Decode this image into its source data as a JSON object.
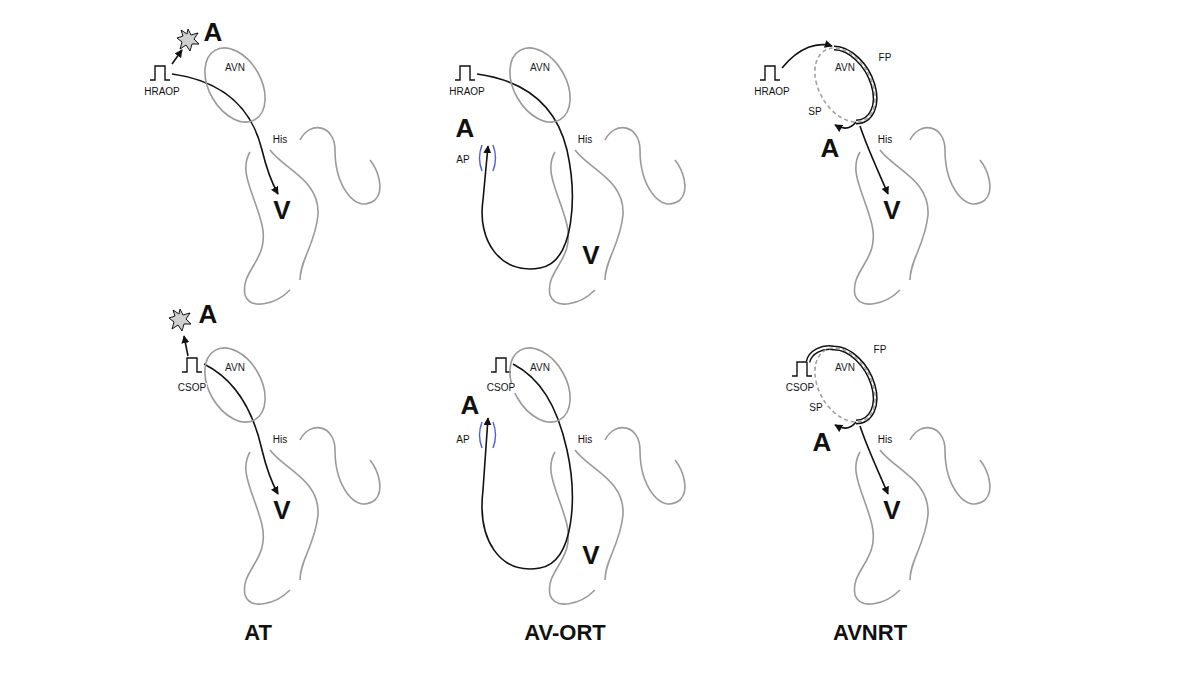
{
  "diagram": {
    "nodes": [
      {
        "text": [
          "AVN"
        ]
      },
      {
        "text": [
          "AVN"
        ]
      },
      {
        "text": [
          "AVN"
        ]
      },
      {
        "text": [
          "AVN"
        ]
      },
      {
        "text": [
          "AVN"
        ]
      },
      {
        "text": [
          "AVN"
        ]
      }
    ],
    "labels": [
      "A",
      "HRAOP",
      "His",
      "V",
      "HRAOP",
      "His",
      "A",
      "AP",
      "V",
      "HRAOP",
      "FP",
      "SP",
      "His",
      "A",
      "V",
      "A",
      "CSOP",
      "His",
      "V",
      "A",
      "CSOP",
      "AP",
      "His",
      "V",
      "FP",
      "CSOP",
      "SP",
      "His",
      "A",
      "V",
      "AT",
      "AV-ORT",
      "AVNRT"
    ]
  }
}
